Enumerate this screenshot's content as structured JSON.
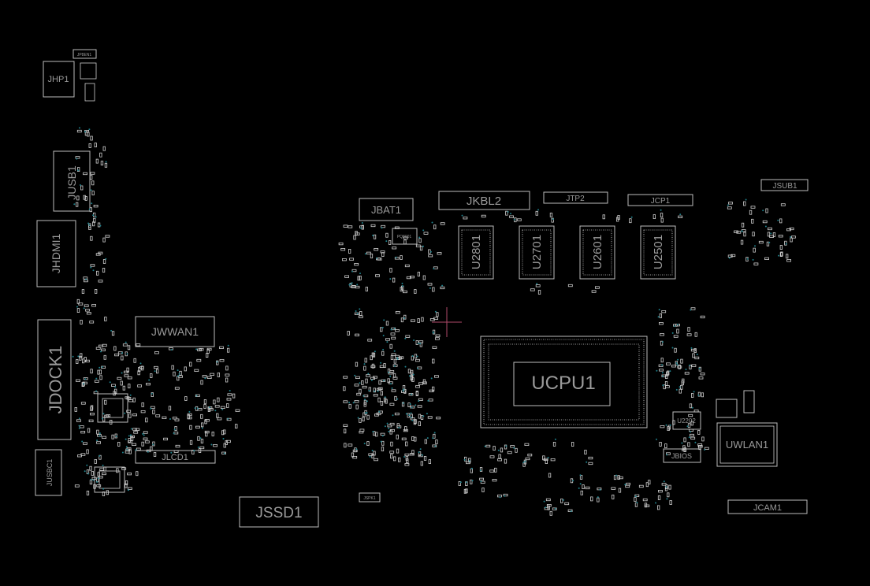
{
  "board": {
    "background": "#000000",
    "outline_color": "#bdbdbd",
    "label_color": "#9a9a9a",
    "via_color": "#1f7f8a",
    "cursor_color": "#b04a6a"
  },
  "components": {
    "jhp1": "JHP1",
    "jsub_small": "JP8EN1",
    "jusb1": "JUSB1",
    "jhdmi1": "JHDMI1",
    "jdock1": "JDOCK1",
    "jwwan1": "JWWAN1",
    "jlcd1": "JLCD1",
    "jusbc1": "JUSBC1",
    "jssd1": "JSSD1",
    "jspk1": "JSPK1",
    "jbat1": "JBAT1",
    "jkbl2": "JKBL2",
    "jtp2": "JTP2",
    "jcp1": "JCP1",
    "jsub1": "JSUB1",
    "u2801": "U2801",
    "u2701": "U2701",
    "u2601": "U2601",
    "u2501": "U2501",
    "ucpu1": "UCPU1",
    "u2202": "U2202",
    "jbios": "JBIOS",
    "uwlan1": "UWLAN1",
    "jcam1": "JCAM1",
    "pq_small": "PQ8001"
  }
}
